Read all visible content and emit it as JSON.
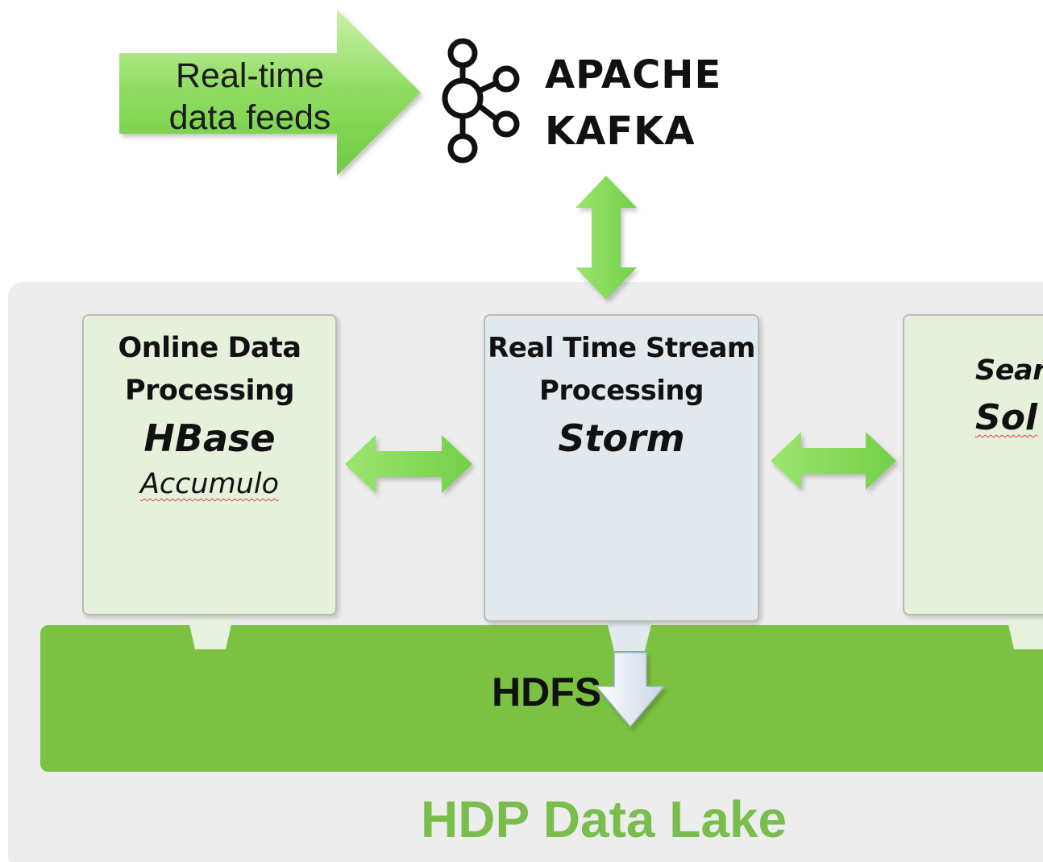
{
  "feed": {
    "line1": "Real-time",
    "line2": "data feeds"
  },
  "kafka": {
    "line1": "APACHE",
    "line2": "KAFKA",
    "icon": "kafka-logo-icon"
  },
  "panels": {
    "online": {
      "title1": "Online Data",
      "title2": "Processing",
      "tech": "HBase",
      "sub": "Accumulo"
    },
    "stream": {
      "title1": "Real Time Stream",
      "title2": "Processing",
      "tech": "Storm",
      "icon": "topology-icon"
    },
    "search": {
      "title": "Sear",
      "tech": "Sol"
    }
  },
  "hdfs": {
    "label": "HDFS"
  },
  "lake": {
    "label": "HDP Data Lake"
  },
  "colors": {
    "arrow_green": "#7ed957",
    "hdfs_green": "#7cc242",
    "lake_text": "#79bd4c",
    "lake_bg": "#ededed",
    "panel_green": "#e6f1dc",
    "panel_blue": "#e1e8ee"
  }
}
